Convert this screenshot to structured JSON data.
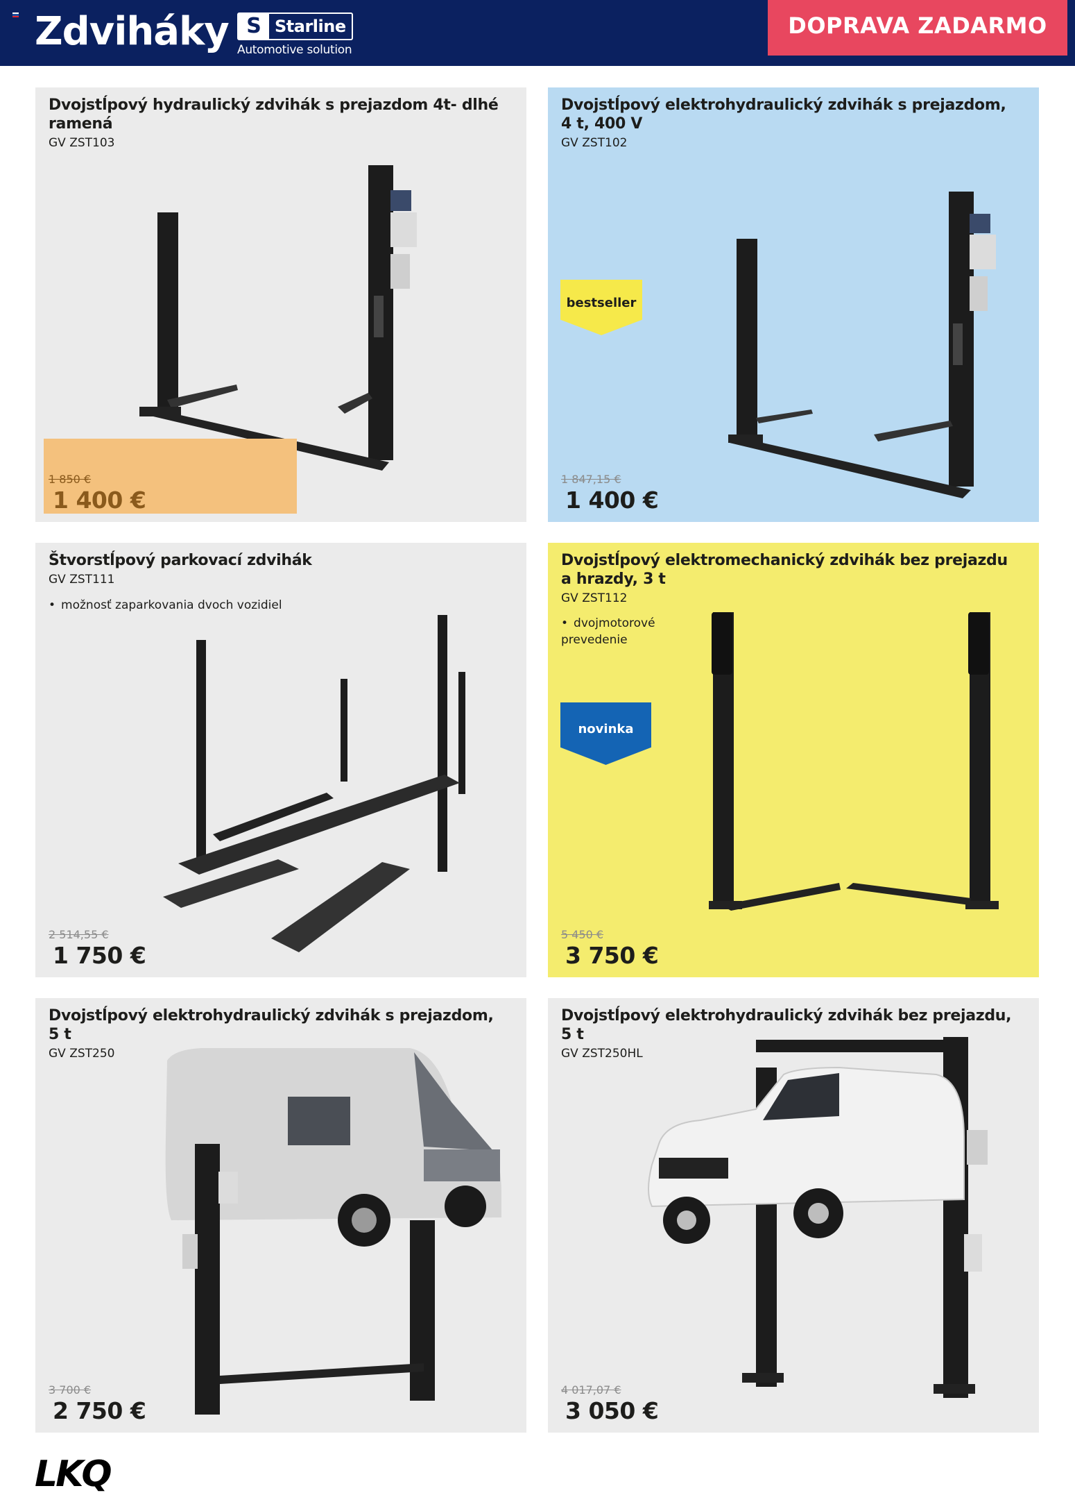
{
  "header": {
    "title": "Zdviháky",
    "brand": {
      "mark": "S",
      "name": "Starline",
      "tagline": "Automotive solution"
    },
    "shipping_banner": "DOPRAVA ZADARMO"
  },
  "colors": {
    "header_bg": "#0b2160",
    "banner_bg": "#e8475f",
    "card_grey": "#ebebeb",
    "card_blue": "#b9daf2",
    "card_yellow": "#f4ec6e",
    "badge_bestseller": "#f6e94a",
    "badge_novinka": "#1464b4"
  },
  "products": [
    {
      "title": "Dvojstĺpový hydraulický zdvihák s prejazdom 4t- dlhé ramená",
      "code": "GV ZST103",
      "note": "",
      "old_price": "1 850 €",
      "price": "1 400 €",
      "badge": ""
    },
    {
      "title": "Dvojstĺpový elektrohydraulický zdvihák s prejazdom, 4 t, 400 V",
      "code": "GV ZST102",
      "note": "",
      "old_price": "1 847,15 €",
      "price": "1 400 €",
      "badge": "bestseller"
    },
    {
      "title": "Štvorstĺpový parkovací zdvihák",
      "code": "GV ZST111",
      "note": "možnosť zaparkovania dvoch vozidiel",
      "old_price": "2 514,55 €",
      "price": "1 750 €",
      "badge": ""
    },
    {
      "title": "Dvojstĺpový elektromechanický zdvihák bez prejazdu a hrazdy, 3 t",
      "code": "GV ZST112",
      "note": "dvojmotorové prevedenie",
      "old_price": "5 450 €",
      "price": "3 750 €",
      "badge": "novinka"
    },
    {
      "title": "Dvojstĺpový elektrohydraulický zdvihák s prejazdom, 5 t",
      "code": "GV ZST250",
      "note": "",
      "old_price": "3 700 €",
      "price": "2 750 €",
      "badge": ""
    },
    {
      "title": "Dvojstĺpový elektrohydraulický zdvihák bez prejazdu, 5 t",
      "code": "GV ZST250HL",
      "note": "",
      "old_price": "4 017,07 €",
      "price": "3 050 €",
      "badge": ""
    }
  ],
  "footer": {
    "logo": "LKQ"
  }
}
